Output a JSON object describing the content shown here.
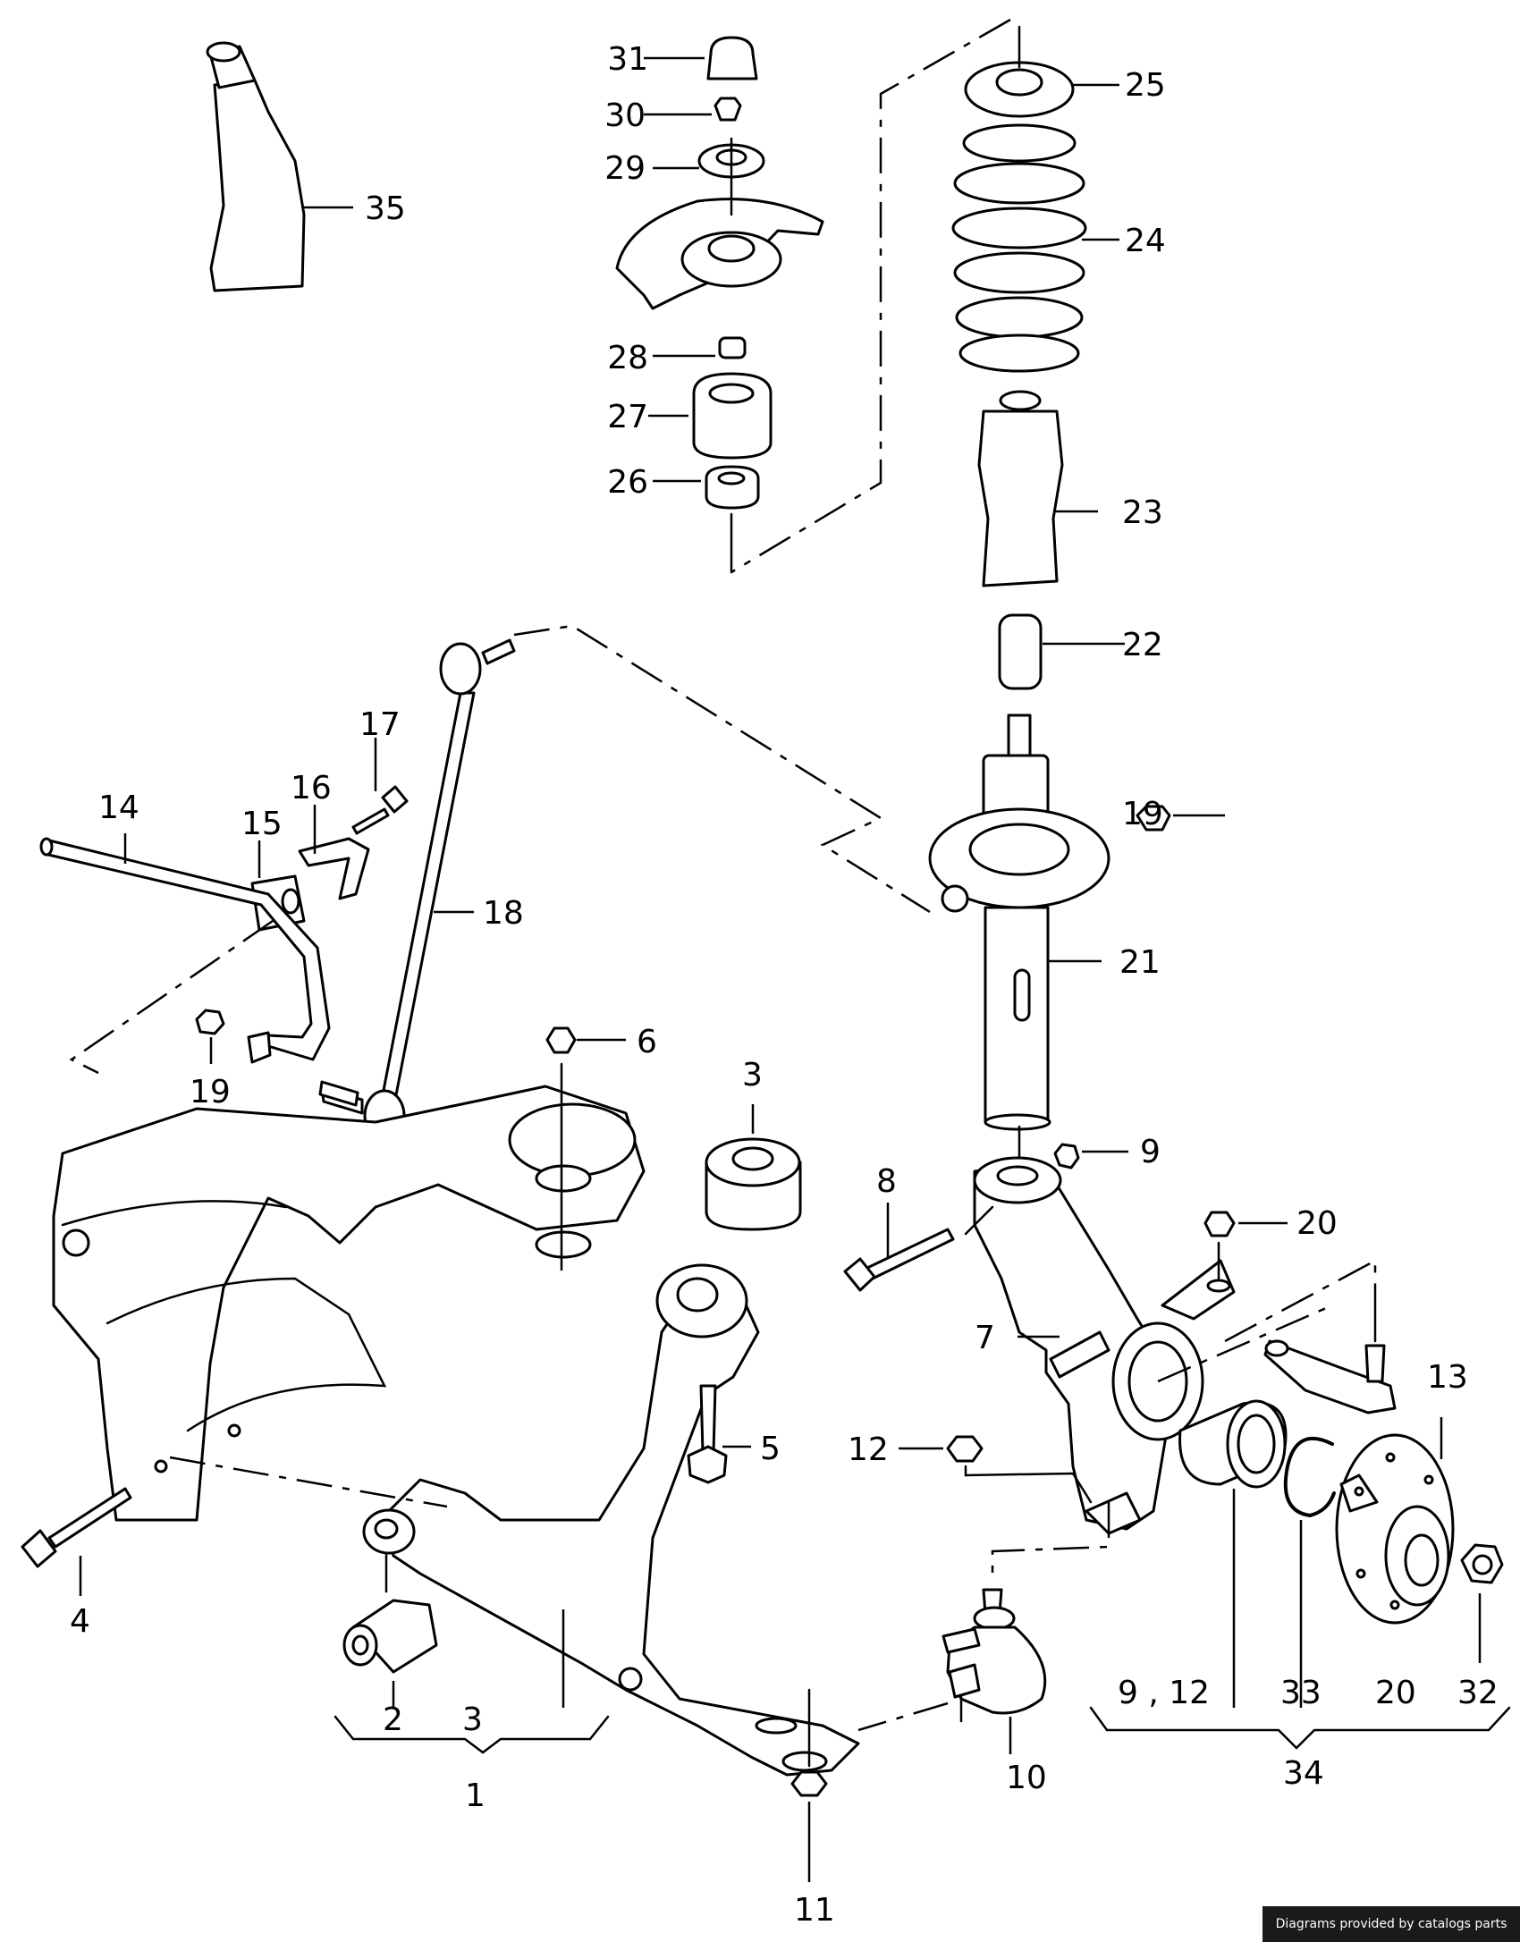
{
  "callouts": {
    "c1": "1",
    "c2": "2",
    "c3a": "3",
    "c3b": "3",
    "c4": "4",
    "c5": "5",
    "c6": "6",
    "c7": "7",
    "c8": "8",
    "c9": "9",
    "c10": "10",
    "c11": "11",
    "c12": "12",
    "c13": "13",
    "c14": "14",
    "c15": "15",
    "c16": "16",
    "c17": "17",
    "c18": "18",
    "c19a": "19",
    "c19b": "19",
    "c20a": "20",
    "c20b": "20",
    "c21": "21",
    "c22": "22",
    "c23": "23",
    "c24": "24",
    "c25": "25",
    "c26": "26",
    "c27": "27",
    "c28": "28",
    "c29": "29",
    "c30": "30",
    "c31": "31",
    "c32": "32",
    "c33": "33",
    "c34": "34",
    "c35": "35",
    "c912": "9 , 12"
  },
  "footer": {
    "credit": "Diagrams provided by catalogs parts"
  }
}
